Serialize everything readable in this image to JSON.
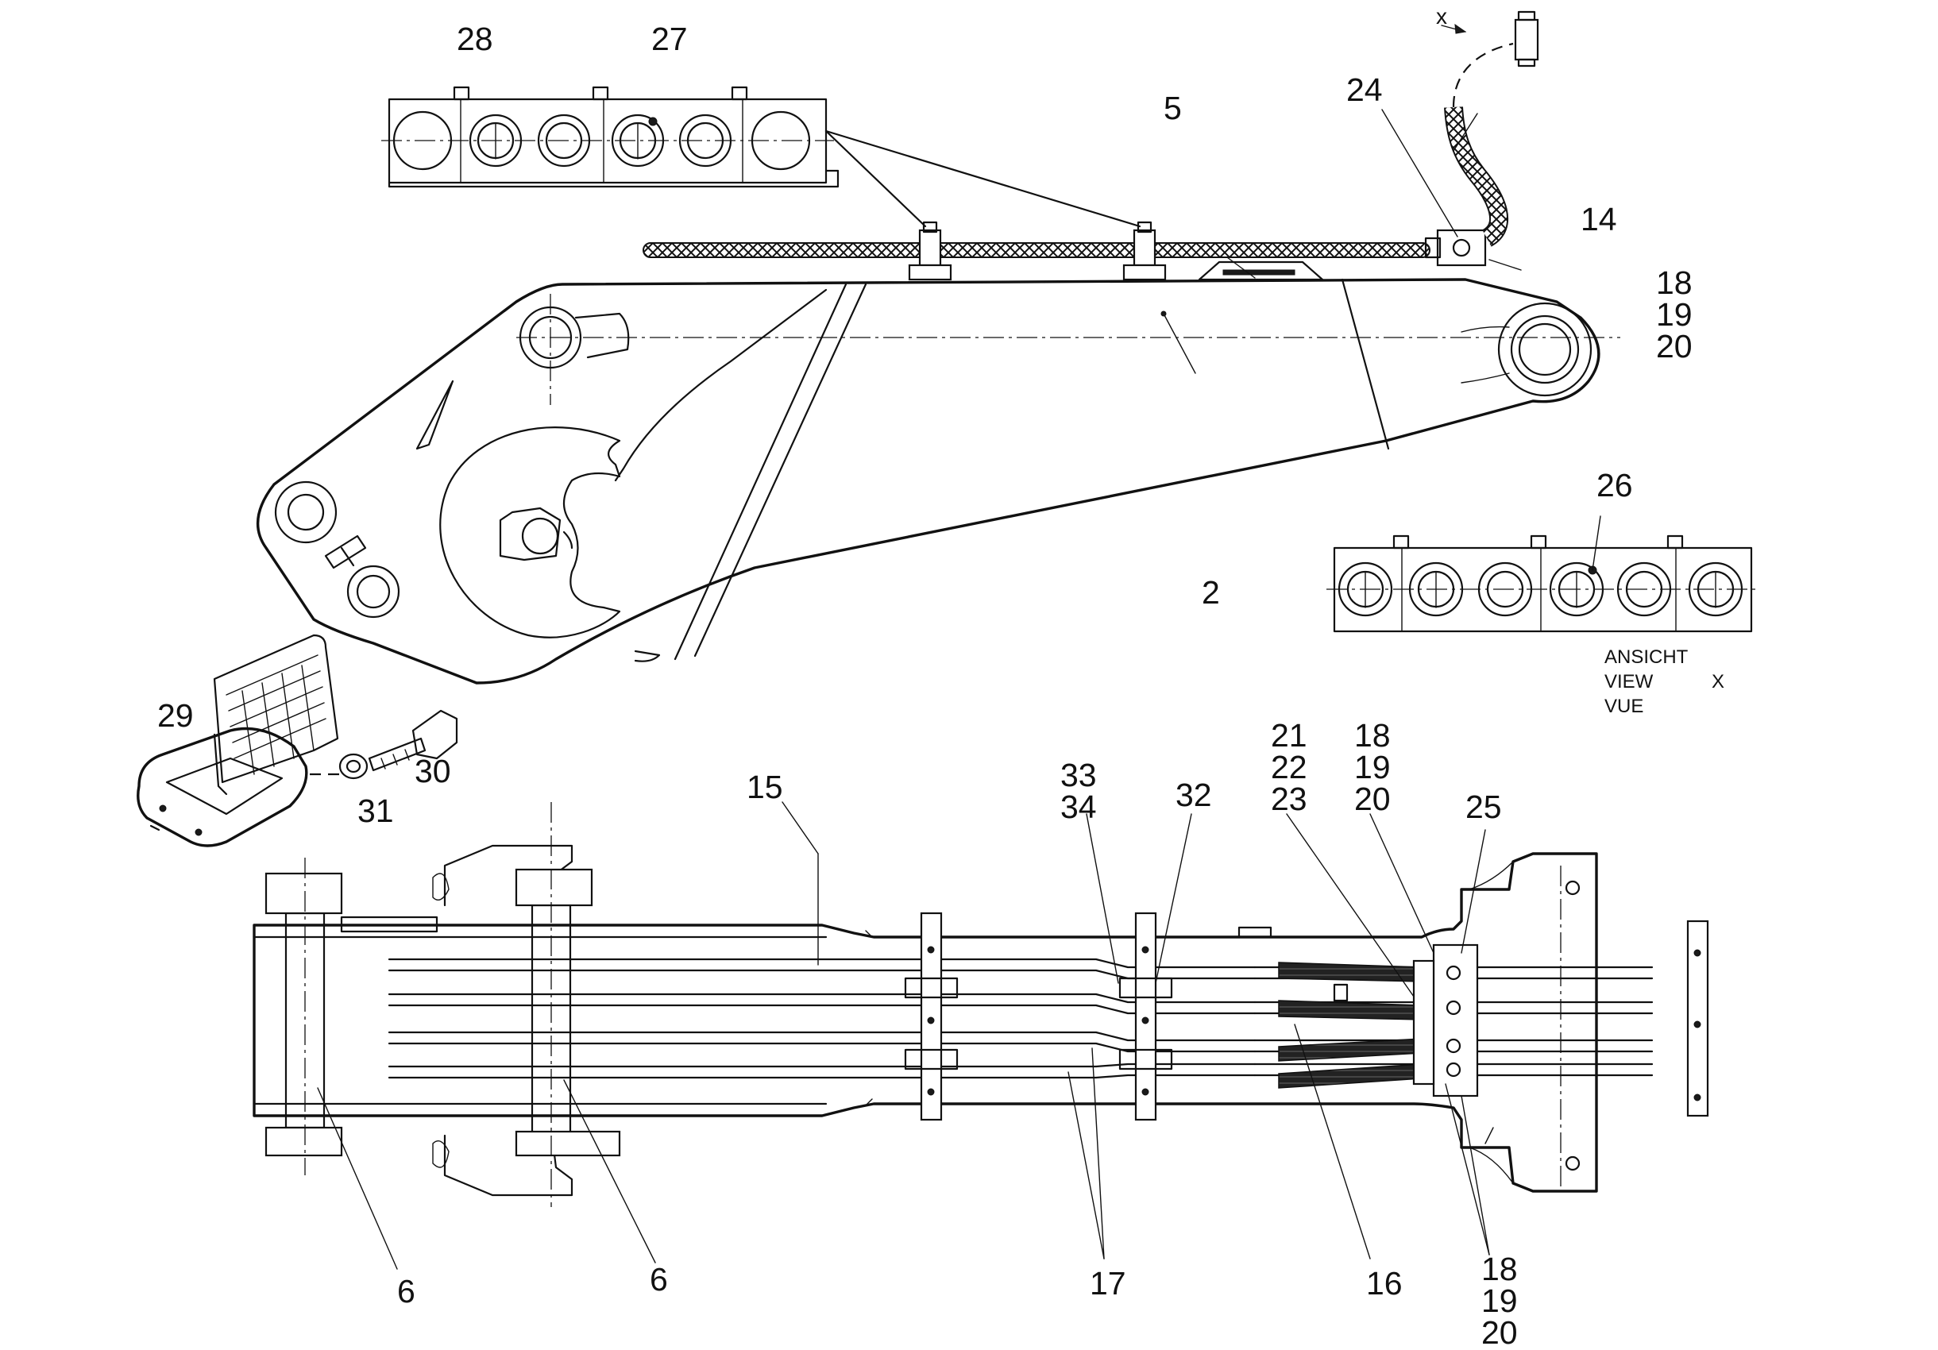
{
  "labels": {
    "l28": "28",
    "l27": "27",
    "l24": "24",
    "l5": "5",
    "l14": "14",
    "l18a": "18",
    "l19a": "19",
    "l20a": "20",
    "l26": "26",
    "l2": "2",
    "l29": "29",
    "l30": "30",
    "l31": "31",
    "l15": "15",
    "l33": "33",
    "l34": "34",
    "l32": "32",
    "l21": "21",
    "l22": "22",
    "l23": "23",
    "l18b": "18",
    "l19b": "19",
    "l20b": "20",
    "l25": "25",
    "l6a": "6",
    "l6b": "6",
    "l17": "17",
    "l16": "16",
    "l18c": "18",
    "l19c": "19",
    "l20c": "20",
    "x_top": "x",
    "x_view": "X"
  },
  "view_note": {
    "line1": "ANSICHT",
    "line2": "VIEW",
    "line3": "VUE"
  }
}
